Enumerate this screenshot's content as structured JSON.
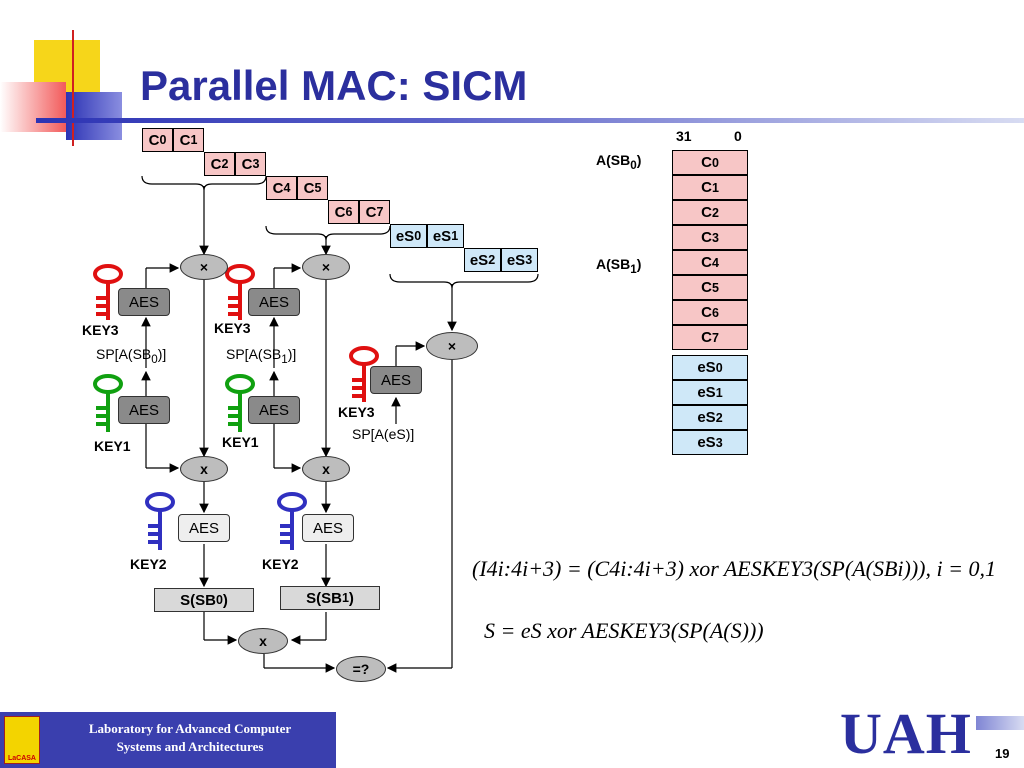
{
  "title": "Parallel MAC: SICM",
  "chunks": [
    [
      "C",
      "0",
      "C",
      "1"
    ],
    [
      "C",
      "2",
      "C",
      "3"
    ],
    [
      "C",
      "4",
      "C",
      "5"
    ],
    [
      "C",
      "6",
      "C",
      "7"
    ],
    [
      "eS",
      "0",
      "eS",
      "1"
    ],
    [
      "eS",
      "2",
      "eS",
      "3"
    ]
  ],
  "memory": {
    "bit_high": "31",
    "bit_low": "0",
    "addr_sb0": {
      "base": "A(SB",
      "sub": "0",
      "end": ")"
    },
    "addr_sb1": {
      "base": "A(SB",
      "sub": "1",
      "end": ")"
    },
    "cells": [
      [
        "C",
        "0"
      ],
      [
        "C",
        "1"
      ],
      [
        "C",
        "2"
      ],
      [
        "C",
        "3"
      ],
      [
        "C",
        "4"
      ],
      [
        "C",
        "5"
      ],
      [
        "C",
        "6"
      ],
      [
        "C",
        "7"
      ],
      [
        "eS",
        "0"
      ],
      [
        "eS",
        "1"
      ],
      [
        "eS",
        "2"
      ],
      [
        "eS",
        "3"
      ]
    ]
  },
  "ops": {
    "times": "×",
    "x": "x",
    "compare": "=?"
  },
  "aes_label": "AES",
  "keys": {
    "key1": "KEY1",
    "key2": "KEY2",
    "key3": "KEY3"
  },
  "sp": {
    "sb0": {
      "base": "SP[A(SB",
      "sub": "0",
      "end": ")]"
    },
    "sb1": {
      "base": "SP[A(SB",
      "sub": "1",
      "end": ")]"
    },
    "es": "SP[A(eS)]"
  },
  "results": {
    "s0": {
      "base": "S(SB",
      "sub": "0",
      "end": ")"
    },
    "s1": {
      "base": "S(SB",
      "sub": "1",
      "end": ")"
    }
  },
  "equations": {
    "eq1": "(I4i:4i+3) = (C4i:4i+3) xor AESKEY3(SP(A(SBi))), i = 0,1",
    "eq2": "S = eS xor AESKEY3(SP(A(S)))"
  },
  "colors": {
    "title": "#2b2f9e",
    "key3": "#e01010",
    "key1": "#10a010",
    "key2": "#3030c0",
    "pink": "#f7c6c6",
    "blue": "#cfe8f8"
  },
  "footer": {
    "line1": "Laboratory for Advanced Computer",
    "line2": "Systems and Architectures",
    "logo_text": "LaCASA"
  },
  "brand": "UAH",
  "page_number": "19"
}
